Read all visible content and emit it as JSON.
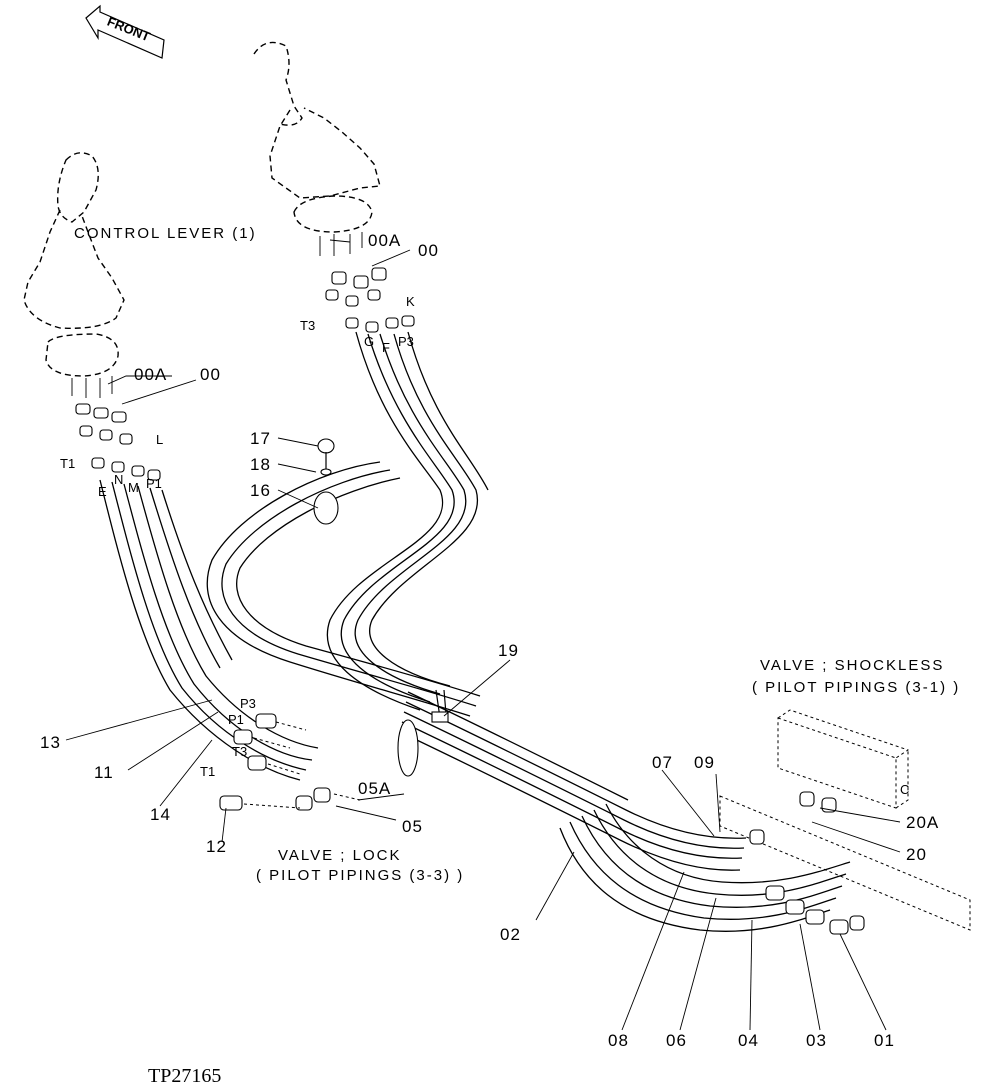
{
  "front_arrow": {
    "label": "FRONT"
  },
  "components": {
    "control_lever": "CONTROL LEVER (1)",
    "valve_shockless": {
      "line1": "VALVE ; SHOCKLESS",
      "line2": "( PILOT PIPINGS (3-1) )"
    },
    "valve_lock": {
      "line1": "VALVE ; LOCK",
      "line2": "( PILOT PIPINGS (3-3) )"
    }
  },
  "callouts": {
    "left_00A": "00A",
    "left_00": "00",
    "right_00A": "00A",
    "right_00": "00",
    "n17": "17",
    "n18": "18",
    "n16": "16",
    "n19": "19",
    "n13": "13",
    "n11": "11",
    "n14": "14",
    "n12": "12",
    "n05A": "05A",
    "n05": "05",
    "n07": "07",
    "n09": "09",
    "n20A": "20A",
    "n20": "20",
    "n02": "02",
    "n08": "08",
    "n06": "06",
    "n04": "04",
    "n03": "03",
    "n01": "01"
  },
  "port_letters": {
    "left_T1": "T1",
    "left_L": "L",
    "left_E": "E",
    "left_N": "N",
    "left_M": "M",
    "left_P1": "P1",
    "right_T3": "T3",
    "right_K": "K",
    "right_G": "G",
    "right_F": "F",
    "right_P3": "P3",
    "lock_P3": "P3",
    "lock_P1": "P1",
    "lock_T3": "T3",
    "lock_T1": "T1",
    "shock_C": "C"
  },
  "figure_code": "TP27165"
}
